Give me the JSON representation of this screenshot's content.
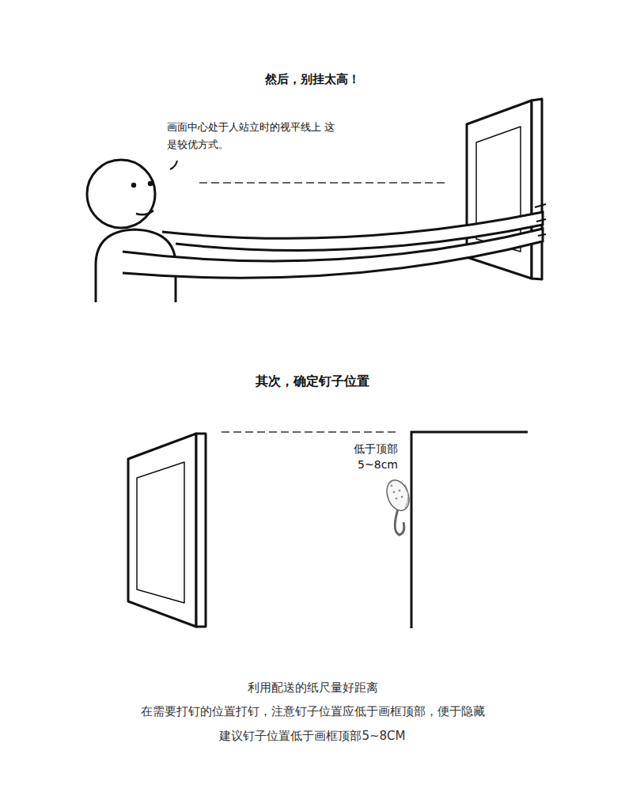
{
  "diagram": {
    "labels": [
      "然后，别挂太高！",
      "画面中心处于人站立时的视平线上 这是较优方式。",
      "其次，确定钉子位置",
      "低于顶部",
      "5~8cm",
      "利用配送的纸尺量好距离",
      "在需要打钉的位置打钉，注意钉子位置应低于画框顶部，便于隐藏",
      "建议钉子位置低于画框顶部5~8CM"
    ]
  }
}
